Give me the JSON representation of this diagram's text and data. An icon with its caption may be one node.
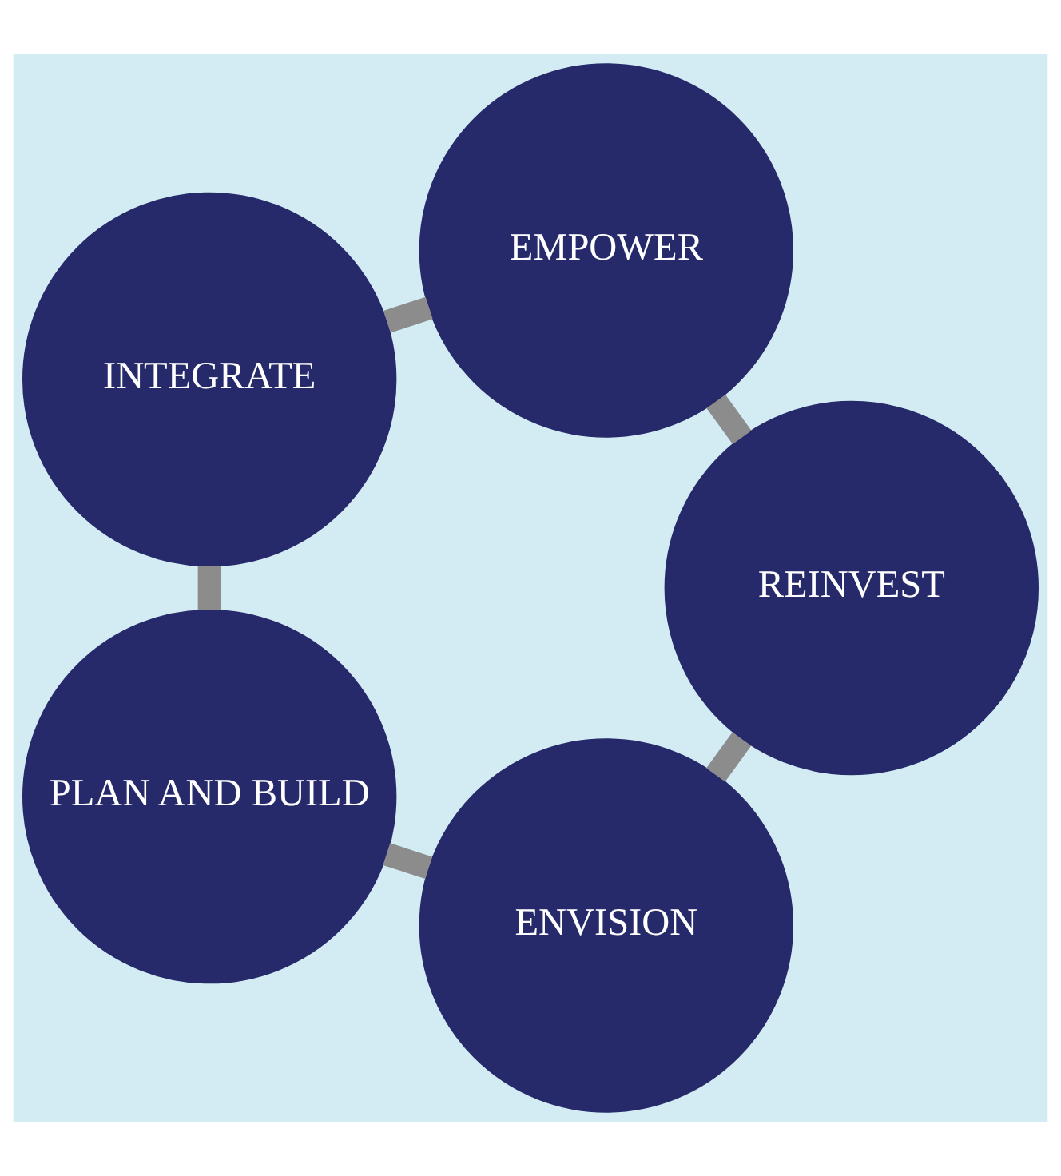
{
  "diagram": {
    "nodes": [
      {
        "text": [
          "ENVISION"
        ]
      },
      {
        "text": [
          "PLAN AND BUILD"
        ]
      },
      {
        "text": [
          "INTEGRATE"
        ]
      },
      {
        "text": [
          "EMPOWER"
        ]
      },
      {
        "text": [
          "REINVEST"
        ]
      }
    ],
    "edges": [
      {
        "from": 0,
        "to": 1,
        "arrow": "none"
      },
      {
        "from": 1,
        "to": 2,
        "arrow": "none"
      },
      {
        "from": 2,
        "to": 3,
        "arrow": "none"
      },
      {
        "from": 3,
        "to": 4,
        "arrow": "none"
      },
      {
        "from": 4,
        "to": 0,
        "arrow": "none"
      }
    ]
  }
}
